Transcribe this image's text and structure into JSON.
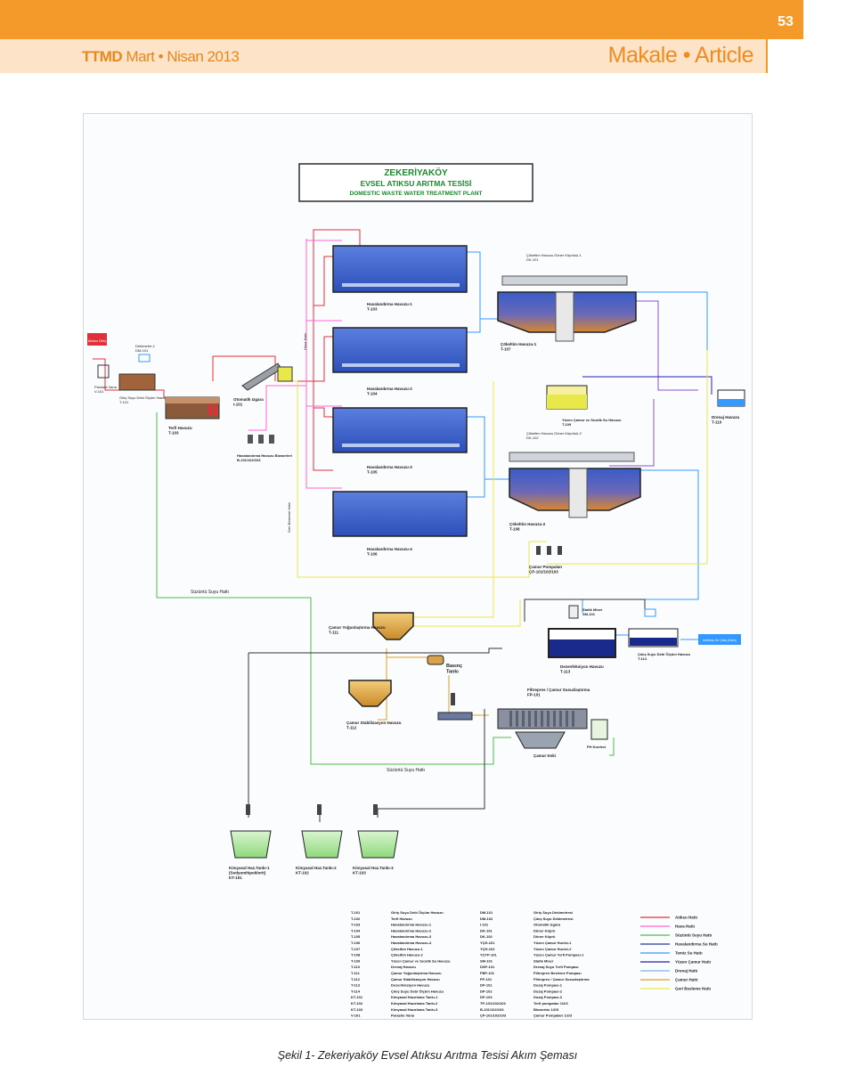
{
  "header": {
    "page_number": "53",
    "journal_abbr": "TTMD",
    "journal_issue": "Mart • Nisan 2013",
    "section": "Makale • Article"
  },
  "diagram": {
    "title_line1": "ZEKERİYAKÖY",
    "title_line2": "EVSEL ATIKSU ARITMA TESİSİ",
    "title_line3": "DOMESTIC WASTE WATER TREATMENT PLANT",
    "labels": {
      "inlet": "Atıksu Giriş",
      "parasite_valve": "Parasite Vana\nV-101",
      "flowmeter_in": "Debimetre-1\nDM-101",
      "screen_room": "Giriş Suyu Debi Ölçüm Havuzu\nT-101",
      "pump_tank": "Terfi Havuzu\nT-103",
      "auto_screen": "Otomatik Izgara\nI-101",
      "blowers": "Havalandırma Havuzu Blowerleri\nB-101/102/103",
      "air_line_label": "Hava Hattı",
      "return_sludge_label": "Geri Besleme Hattı",
      "aer1": "Havalandırma Havuzu-1\nT-103",
      "aer2": "Havalandırma Havuzu-2\nT-104",
      "aer3": "Havalandırma Havuzu-3\nT-105",
      "aer4": "Havalandırma Havuzu-4\nT-106",
      "clar1_top": "Çökeltim Havuzu Döner Köprüsü-1\nDK-101",
      "clar1": "Çökeltim Havuzu-1\nT-107",
      "clar2_top": "Çökeltim Havuzu Döner Köprüsü-2\nDK-102",
      "clar2": "Çökeltim Havuzu-2\nT-108",
      "scum_tank": "Yüzen Çamur ve Sezdik Su Havuzu\nT-109",
      "drain_tank": "Drenaj Havuzu\nT-110",
      "sludge_pumps": "Çamur Pompaları\nÇP-101/102/103",
      "filtrate_line": "Süzüntü Suyu Hattı",
      "thickener": "Çamur Yoğunlaştırma Havuzu\nT-111",
      "pressure_tank": "Basınç\nTankı",
      "stab_tank": "Çamur Stabilizasyon Havuzu\nT-112",
      "static_mixer": "Statik Mixer\nSM-101",
      "disinfection": "Dezenfeksiyon Havuzu\nT-113",
      "outlet": "Çıkış Suyu Debi Ölçüm Havuzu\nT-114",
      "discharge": "Arıtılmış Su Çıkış (Dere)",
      "filter_press": "Filtrepres / Çamur Susuzlaştırma\nFP-101",
      "sludge_cake": "Çamur Keki",
      "ph_control": "PH Kontrol",
      "chem1": "Kimyasal Haz.Tankı-1\n(Sodyumhipoklorit)\nKT-101",
      "chem2": "Kimyasal Haz.Tankı-2\nKT-102",
      "chem3": "Kimyasal Haz.Tankı-3\nKT-103"
    },
    "equipment_codes": [
      "T-101",
      "T-102",
      "T-103",
      "T-104",
      "T-105",
      "T-106",
      "T-107",
      "T-108",
      "T-109",
      "T-110",
      "T-111",
      "T-112",
      "T-113",
      "T-114",
      "KT-101",
      "KT-102",
      "KT-103",
      "V-101"
    ],
    "equipment_names": [
      "Giriş Suyu Debi Ölçüm Havuzu",
      "Terfi Havuzu",
      "Havalandırma Havuzu-1",
      "Havalandırma Havuzu-2",
      "Havalandırma Havuzu-3",
      "Havalandırma Havuzu-4",
      "Çökeltim Havuzu-1",
      "Çökeltim Havuzu-2",
      "Yüzen Çamur ve Sezdik Su Havuzu",
      "Drenaj Havuzu",
      "Çamur Yoğunlaştırma Havuzu",
      "Çamur Stabilizasyon Havuzu",
      "Dezenfeksiyon Havuzu",
      "Çıkış Suyu Debi Ölçüm Havuzu",
      "Kimyasal Hazırlama Tankı-1",
      "Kimyasal Hazırlama Tankı-2",
      "Kimyasal Hazırlama Tankı-3",
      "Parasite Vana"
    ],
    "device_codes": [
      "DM-101",
      "DM-102",
      "I-101",
      "DK-101",
      "DK-102",
      "YÇH-101",
      "YÇH-102",
      "YÇTP-101",
      "SM-101",
      "DSP-101",
      "FBP-101",
      "FP-101",
      "DP-101",
      "DP-102",
      "DP-103",
      "TP-101/102/103",
      "B-101/102/103",
      "ÇP-101/102/103"
    ],
    "device_names": [
      "Giriş Suyu Debimetresi",
      "Çıkış Suyu Debimetresi",
      "Otomatik Izgara",
      "Döner Köprü",
      "Döner Köprü",
      "Yüzen Çamur Hunisi-1",
      "Yüzen Çamur Hunisi-2",
      "Yüzen Çamur Terfi Pompası-1",
      "Statik Mixer",
      "Drenaj Suyu Terfi Pompası",
      "Filtrepres Besleme Pompası",
      "Filtrepres / Çamur Susuzlaştırma",
      "Dozaj Pompası-1",
      "Dozaj Pompası-2",
      "Dozaj Pompası-3",
      "Terfi pompaları 1/2/3",
      "Blowerlar 1/2/3",
      "Çamur Pompaları 1/2/3"
    ],
    "legend": [
      {
        "label": "Atıksu Hattı",
        "color": "#e0303a"
      },
      {
        "label": "Hava Hattı",
        "color": "#ff66cc"
      },
      {
        "label": "Süzüntü Suyu Hattı",
        "color": "#4cbb4c"
      },
      {
        "label": "Havalandırma Su Hattı",
        "color": "#2a3a8c"
      },
      {
        "label": "Temiz Su Hattı",
        "color": "#3399ff"
      },
      {
        "label": "Yüzen Çamur Hattı",
        "color": "#2222aa"
      },
      {
        "label": "Drenaj Hattı",
        "color": "#7fb2e5"
      },
      {
        "label": "Çamur Hattı",
        "color": "#e0a020"
      },
      {
        "label": "Geri Besleme Hattı",
        "color": "#e8e84a"
      }
    ]
  },
  "caption": "Şekil 1- Zekeriyaköy Evsel Atıksu Arıtma Tesisi Akım Şeması"
}
